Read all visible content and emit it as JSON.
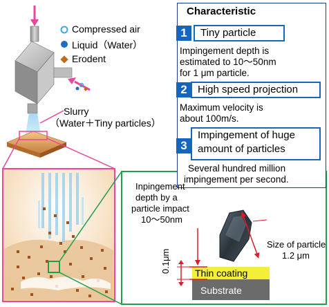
{
  "legend": [
    {
      "label": "Compressed air",
      "color": "#3fa7e0",
      "symbol": "ring"
    },
    {
      "label": "Liquid（Water）",
      "color": "#1e6fc4",
      "symbol": "dot"
    },
    {
      "label": "Erodent",
      "color": "#c06a1a",
      "symbol": "diamond"
    }
  ],
  "slurry": {
    "line1": "Slurry",
    "line2": "（Water＋Tiny particles）"
  },
  "characteristic": {
    "title": "Characteristic",
    "items": [
      {
        "number": "1",
        "title": "Tiny particle",
        "desc": [
          "Impingement depth is",
          "estimated to 10～50nm",
          "for 1 μm particle."
        ]
      },
      {
        "number": "2",
        "title": "High speed projection",
        "desc": [
          "Maximum velocity is",
          "about 100m/s."
        ]
      },
      {
        "number": "3",
        "title_lines": [
          "Impingement of huge",
          "amount of particles"
        ],
        "desc": [
          "Several hundred million",
          "impingement per second."
        ]
      }
    ]
  },
  "zoom": {
    "impingement_lines": [
      "Inpingement",
      "depth by a",
      "particle impact",
      "10～50nm"
    ],
    "thickness": "0.1μm",
    "size_label": [
      "Size of particle",
      "1.2 μm"
    ],
    "coating": "Thin coating",
    "substrate": "Substrate"
  },
  "colors": {
    "magenta": "#e8479c",
    "green": "#1f9e4a",
    "blue": "#1565c0",
    "coating": "#f3ee3a",
    "substrate": "#6b6b6b",
    "erodent": "#a0521d"
  }
}
